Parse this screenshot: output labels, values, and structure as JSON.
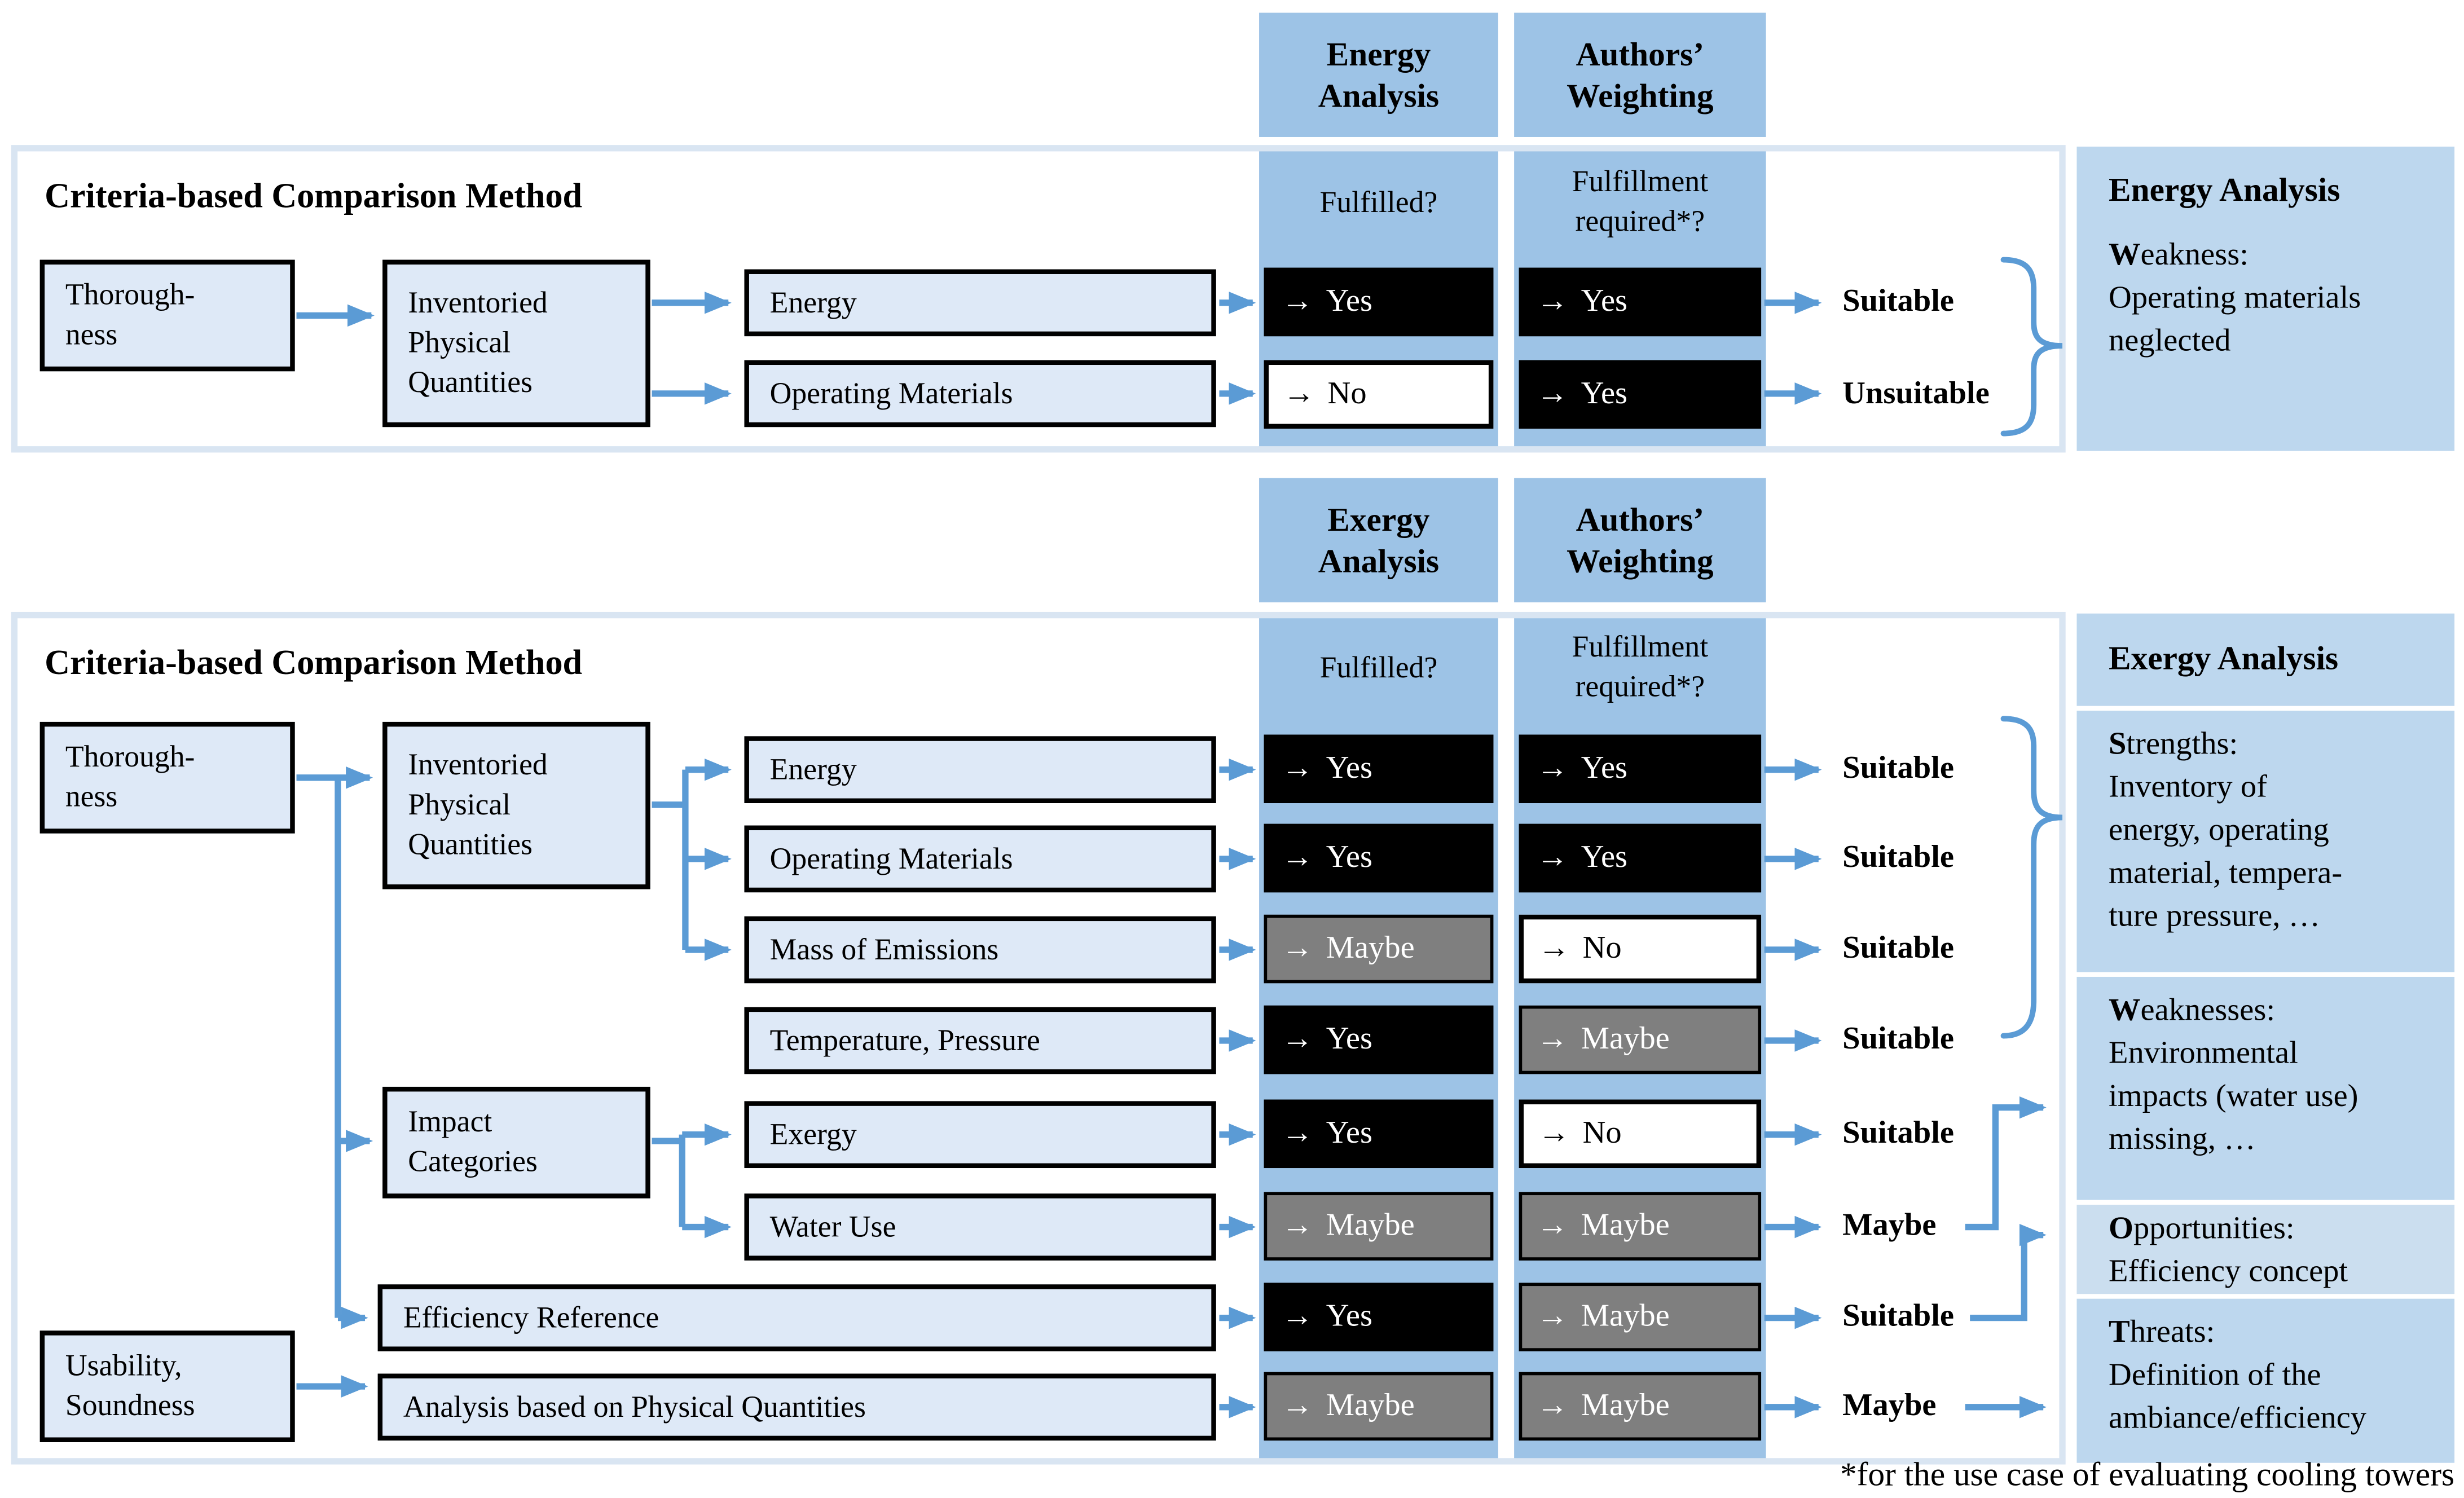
{
  "icons": {
    "flow_arrow": "→"
  },
  "colors": {
    "accent_blue": "#5b9bd5",
    "column_strip": "#9dc3e6",
    "light_box": "#dee9f7",
    "summary_panel": "#bdd7ee",
    "summary_panel_light": "#cbdeef",
    "panel_border": "#d9e5f2",
    "status_black": "#000000",
    "status_gray": "#7f7f7f",
    "status_white": "#ffffff"
  },
  "footnote": "*for the use case of evaluating cooling towers",
  "top": {
    "panel_title": "Criteria-based Comparison Method",
    "columns": [
      {
        "title": "Energy\nAnalysis",
        "subtitle": "Fulfilled?"
      },
      {
        "title": "Authors’\nWeighting",
        "subtitle": "Fulfillment\nrequired*?"
      }
    ],
    "criteria_groups": [
      {
        "label": "Thorough-\nness"
      },
      {
        "label": "Inventoried\nPhysical\nQuantities"
      }
    ],
    "rows": [
      {
        "criterion": "Energy",
        "fulfilled": "Yes",
        "fulfilled_style": "black",
        "weighting": "Yes",
        "weighting_style": "black",
        "result": "Suitable"
      },
      {
        "criterion": "Operating Materials",
        "fulfilled": "No",
        "fulfilled_style": "white",
        "weighting": "Yes",
        "weighting_style": "black",
        "result": "Unsuitable"
      }
    ],
    "summary": {
      "title": "Energy Analysis",
      "blocks": [
        {
          "initial": "W",
          "rest": "eakness:",
          "body": "Operating materials\nneglected"
        }
      ]
    }
  },
  "bottom": {
    "panel_title": "Criteria-based Comparison Method",
    "columns": [
      {
        "title": "Exergy\nAnalysis",
        "subtitle": "Fulfilled?"
      },
      {
        "title": "Authors’\nWeighting",
        "subtitle": "Fulfillment\nrequired*?"
      }
    ],
    "criteria_groups": [
      {
        "label": "Thorough-\nness"
      },
      {
        "label": "Inventoried\nPhysical\nQuantities"
      },
      {
        "label": "Impact\nCategories"
      },
      {
        "label": "Usability,\nSoundness"
      }
    ],
    "rows": [
      {
        "criterion": "Energy",
        "fulfilled": "Yes",
        "fulfilled_style": "black",
        "weighting": "Yes",
        "weighting_style": "black",
        "result": "Suitable"
      },
      {
        "criterion": "Operating Materials",
        "fulfilled": "Yes",
        "fulfilled_style": "black",
        "weighting": "Yes",
        "weighting_style": "black",
        "result": "Suitable"
      },
      {
        "criterion": "Mass of Emissions",
        "fulfilled": "Maybe",
        "fulfilled_style": "gray",
        "weighting": "No",
        "weighting_style": "white",
        "result": "Suitable"
      },
      {
        "criterion": "Temperature, Pressure",
        "fulfilled": "Yes",
        "fulfilled_style": "black",
        "weighting": "Maybe",
        "weighting_style": "gray",
        "result": "Suitable"
      },
      {
        "criterion": "Exergy",
        "fulfilled": "Yes",
        "fulfilled_style": "black",
        "weighting": "No",
        "weighting_style": "white",
        "result": "Suitable"
      },
      {
        "criterion": "Water Use",
        "fulfilled": "Maybe",
        "fulfilled_style": "gray",
        "weighting": "Maybe",
        "weighting_style": "gray",
        "result": "Maybe"
      },
      {
        "criterion": "Efficiency Reference",
        "fulfilled": "Yes",
        "fulfilled_style": "black",
        "weighting": "Maybe",
        "weighting_style": "gray",
        "result": "Suitable"
      },
      {
        "criterion": "Analysis based on Physical Quantities",
        "fulfilled": "Maybe",
        "fulfilled_style": "gray",
        "weighting": "Maybe",
        "weighting_style": "gray",
        "result": "Maybe"
      }
    ],
    "summary": {
      "title": "Exergy Analysis",
      "blocks": [
        {
          "initial": "S",
          "rest": "trengths:",
          "body": "Inventory of\nenergy, operating\nmaterial, tempera-\nture pressure, …"
        },
        {
          "initial": "W",
          "rest": "eaknesses:",
          "body": "Environmental\nimpacts (water use)\nmissing, …"
        },
        {
          "initial": "O",
          "rest": "pportunities:",
          "body": "Efficiency concept"
        },
        {
          "initial": "T",
          "rest": "hreats:",
          "body": "Definition of the\nambiance/efficiency"
        }
      ]
    }
  }
}
